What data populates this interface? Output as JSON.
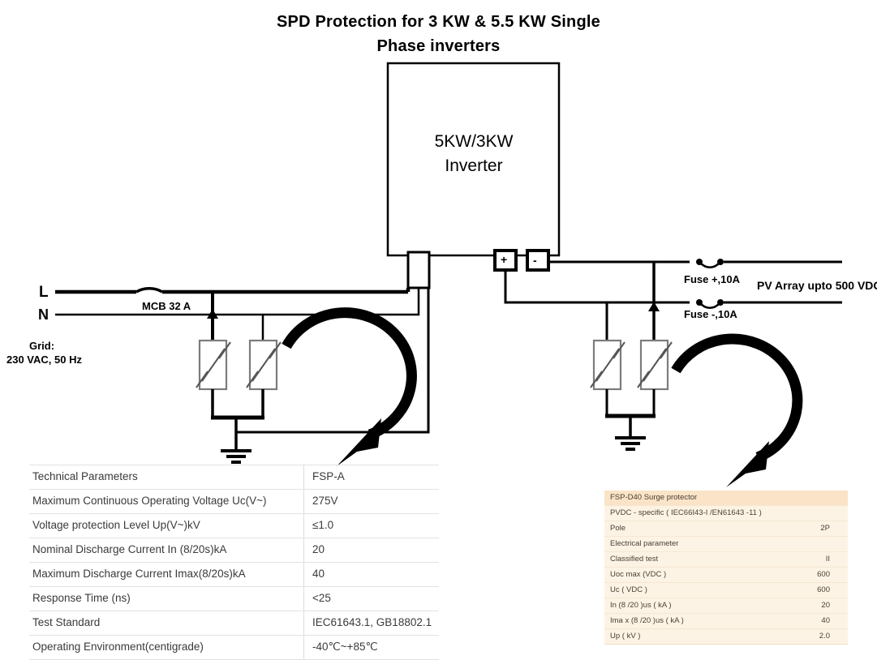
{
  "title": {
    "line1": "SPD Protection for 3 KW & 5.5 KW Single",
    "line2": "Phase inverters"
  },
  "diagram": {
    "inverter_label": "5KW/3KW\nInverter",
    "inverter_label_line1": "5KW/3KW",
    "inverter_label_line2": "Inverter",
    "line_L": "L",
    "line_N": "N",
    "mcb": "MCB 32 A",
    "grid_line1": "Grid:",
    "grid_line2": "230 VAC, 50 Hz",
    "terminal_plus": "+",
    "terminal_minus": "-",
    "fuse_plus": "Fuse +,10A",
    "fuse_minus": "Fuse -,10A",
    "pv_array": "PV Array upto 500 VDC"
  },
  "ac_table": {
    "rows": [
      {
        "parameter": "Technical Parameters",
        "value": "FSP-A"
      },
      {
        "parameter": "Maximum Continuous Operating Voltage Uc(V~)",
        "value": "275V"
      },
      {
        "parameter": "Voltage protection Level Up(V~)kV",
        "value": "≤1.0"
      },
      {
        "parameter": "Nominal Discharge Current In (8/20s)kA",
        "value": "20"
      },
      {
        "parameter": "Maximum Discharge Current Imax(8/20s)kA",
        "value": "40"
      },
      {
        "parameter": "Response Time (ns)",
        "value": "<25"
      },
      {
        "parameter": "Test Standard",
        "value": "IEC61643.1, GB18802.1"
      },
      {
        "parameter": "Operating Environment(centigrade)",
        "value": "-40℃~+85℃"
      }
    ]
  },
  "dc_table": {
    "rows": [
      {
        "parameter": "FSP-D40 Surge protector",
        "value": "",
        "header": true
      },
      {
        "parameter": "PVDC - specific ( IEC66I43-I /EN61643 -11 )",
        "value": ""
      },
      {
        "parameter": "Pole",
        "value": "2P"
      },
      {
        "parameter": "Electrical parameter",
        "value": ""
      },
      {
        "parameter": "Classified test",
        "value": "II"
      },
      {
        "parameter": "Uoc max (VDC )",
        "value": "600"
      },
      {
        "parameter": "Uc ( VDC )",
        "value": "600"
      },
      {
        "parameter": "In (8 /20 )us ( kA )",
        "value": "20"
      },
      {
        "parameter": "Ima x (8 /20 )us ( kA )",
        "value": "40"
      },
      {
        "parameter": "Up ( kV )",
        "value": "2.0"
      }
    ]
  },
  "colors": {
    "wire": "#000000",
    "varistor_body": "#7c7c7c",
    "dc_table_bg": "#fdf3e4",
    "dc_table_header_bg": "#fae3c6",
    "ac_table_rule": "#e2e2e2"
  }
}
